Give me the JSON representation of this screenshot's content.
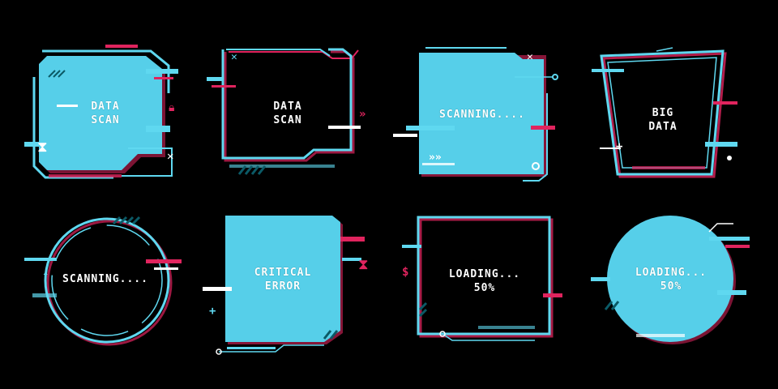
{
  "colors": {
    "background": "#000000",
    "cyan": "#5fd8f0",
    "cyan_fill": "#56cfe9",
    "magenta": "#e0245e",
    "white": "#ffffff",
    "dark_stripe": "#0b5a66"
  },
  "frames": [
    {
      "name": "data-scan-filled",
      "lines": [
        "DATA",
        "SCAN"
      ]
    },
    {
      "name": "data-scan-outline",
      "lines": [
        "DATA",
        "SCAN"
      ]
    },
    {
      "name": "scanning-filled",
      "lines": [
        "SCANNING...."
      ]
    },
    {
      "name": "big-data-outline",
      "lines": [
        "BIG",
        "DATA"
      ]
    },
    {
      "name": "scanning-circle",
      "lines": [
        "SCANNING...."
      ]
    },
    {
      "name": "critical-error-filled",
      "lines": [
        "CRITICAL",
        "ERROR"
      ]
    },
    {
      "name": "loading-outline",
      "lines": [
        "LOADING...",
        "50%"
      ]
    },
    {
      "name": "loading-circle-filled",
      "lines": [
        "LOADING...",
        "50%"
      ]
    }
  ],
  "icons": [
    "hourglass-icon",
    "lock-icon",
    "close-icon",
    "chevron-right-icon",
    "plus-icon",
    "dollar-icon"
  ]
}
